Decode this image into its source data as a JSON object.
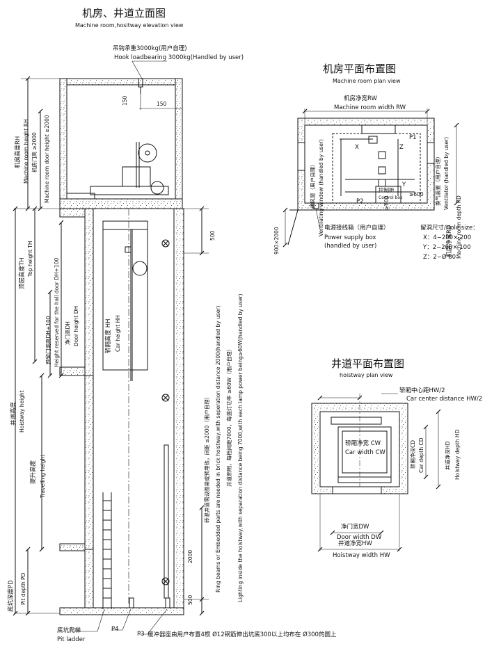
{
  "elevation": {
    "title_zh": "机房、井道立面图",
    "title_en": "Machine room,hositway elevation view",
    "hook_zh": "吊钩承重3000kg(用户自理)",
    "hook_en": "Hook loadbearing 3000kg(Handled by user)",
    "dim_150_a": "150",
    "dim_150_b": "150",
    "machine_room_height_zh": "机房高度RH",
    "machine_room_height_en": "Machine room height RH",
    "mr_door_zh": "机房门高 ≥2000",
    "mr_door_en": "Machine room door height ≥2000",
    "top_height_zh": "顶层高度TH",
    "top_height_en": "Top height TH",
    "hall_door_zh": "预留门洞高DH+100",
    "hall_door_en": "Height reserved for the hall door DH+100",
    "door_height_zh": "净门高DH",
    "door_height_en": "Door height DH",
    "car_height_zh": "轿厢高度 HH",
    "car_height_en": "Car height HH",
    "hoistway_height_zh": "井道高度",
    "hoistway_height_en": "Hoistway height",
    "travel_zh": "提升高度",
    "travel_en": "Travelling height",
    "pit_depth_zh": "底坑深度PD",
    "pit_depth_en": "Pit depth PD",
    "dim_500_top": "500",
    "dim_2000": "2000",
    "dim_500_bottom": "500",
    "ring_beam_zh": "砖混井道需设圈梁或预埋铁，间距 ≤2000（用户自理）",
    "ring_beam_en": "Ring beams or Embedded parts are needed in brick hoistway,with seperation distance 2000(handled by user)",
    "lighting_zh": "井道照明，每档间距7000，每盏灯功率 ≥60W（用户自理）",
    "lighting_en": "Lighting inside the hoistway,with separation distance being 7000,with each lamp power being≥60W(handled by user)",
    "pit_ladder_zh": "底坑爬梯",
    "pit_ladder_en": "Pit ladder",
    "p4": "P4",
    "p3": "P3",
    "buffer_zh": "缓冲器座由用户布置4根 Ø12钢筋伸出坑底300以上均布在 Ø300的圆上"
  },
  "machine_plan": {
    "title_zh": "机房平面布置图",
    "title_en": "Machine room plan view",
    "width_zh": "机房净宽RW",
    "width_en": "Machine room width RW",
    "vent_window_zh": "通风窗（用户自理）",
    "vent_window_en": "Ventilating window (handled by user)",
    "ventilator_zh": "换气装置（用户自理）",
    "ventilator_en": "Ventilator (handled by user)",
    "depth_zh": "机房净深RD",
    "depth_en": "Machine room depth RD",
    "x": "X",
    "z": "Z",
    "y": "Y",
    "p1": "P1",
    "p2": "P2",
    "control_zh": "控制柜",
    "control_en": "Control box",
    "ge600_a": "≥600",
    "ge600_b": "≥600",
    "door_size": "900×2000",
    "power_box_zh": "电源接线箱（用户自理）",
    "power_box_en1": "Power supply box",
    "power_box_en2": "(handled by user)",
    "hole_title": "留洞尺寸/Hole size：",
    "hole_x": "X：4−200× 200",
    "hole_y": "Y：2−200× 100",
    "hole_z": "Z：2−Ø 80"
  },
  "hoistway_plan": {
    "title_zh": "井道平面布置图",
    "title_en": "hoistway plan view",
    "car_center_zh": "轿厢中心距HW/2",
    "car_center_en": "Car center distance HW/2",
    "car_width_zh": "轿厢净宽 CW",
    "car_width_en": "Car width CW",
    "car_depth_zh": "轿厢净深CD",
    "car_depth_en": "Car depth CD",
    "hw_depth_zh": "井道净深HD",
    "hw_depth_en": "Hoistway depth HD",
    "door_width_zh": "净门宽DW",
    "door_width_en": "Door width DW",
    "hw_width_zh": "井道净宽HW",
    "hw_width_en": "Hoistway width HW"
  }
}
